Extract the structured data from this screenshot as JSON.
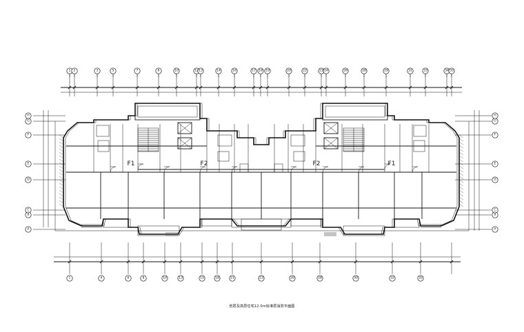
{
  "drawing": {
    "caption": "低层及高层住宅12.0m标准层消防平面图",
    "top_grid_labels": [
      "1",
      "2",
      "3",
      "5",
      "7",
      "8",
      "10",
      "12",
      "13",
      "14",
      "16",
      "17",
      "18",
      "19",
      "20",
      "22",
      "23",
      "24",
      "26",
      "28",
      "29",
      "31",
      "33",
      "34",
      "35"
    ],
    "bottom_grid_labels": [
      "1",
      "4",
      "6",
      "8",
      "10",
      "13",
      "15",
      "18",
      "21",
      "23",
      "26",
      "28",
      "30",
      "32",
      "35"
    ],
    "row_labels": [
      "H",
      "G",
      "F",
      "E",
      "D",
      "C",
      "B",
      "A"
    ],
    "unit_tags": [
      "F1",
      "F2",
      "F2",
      "F1"
    ]
  }
}
